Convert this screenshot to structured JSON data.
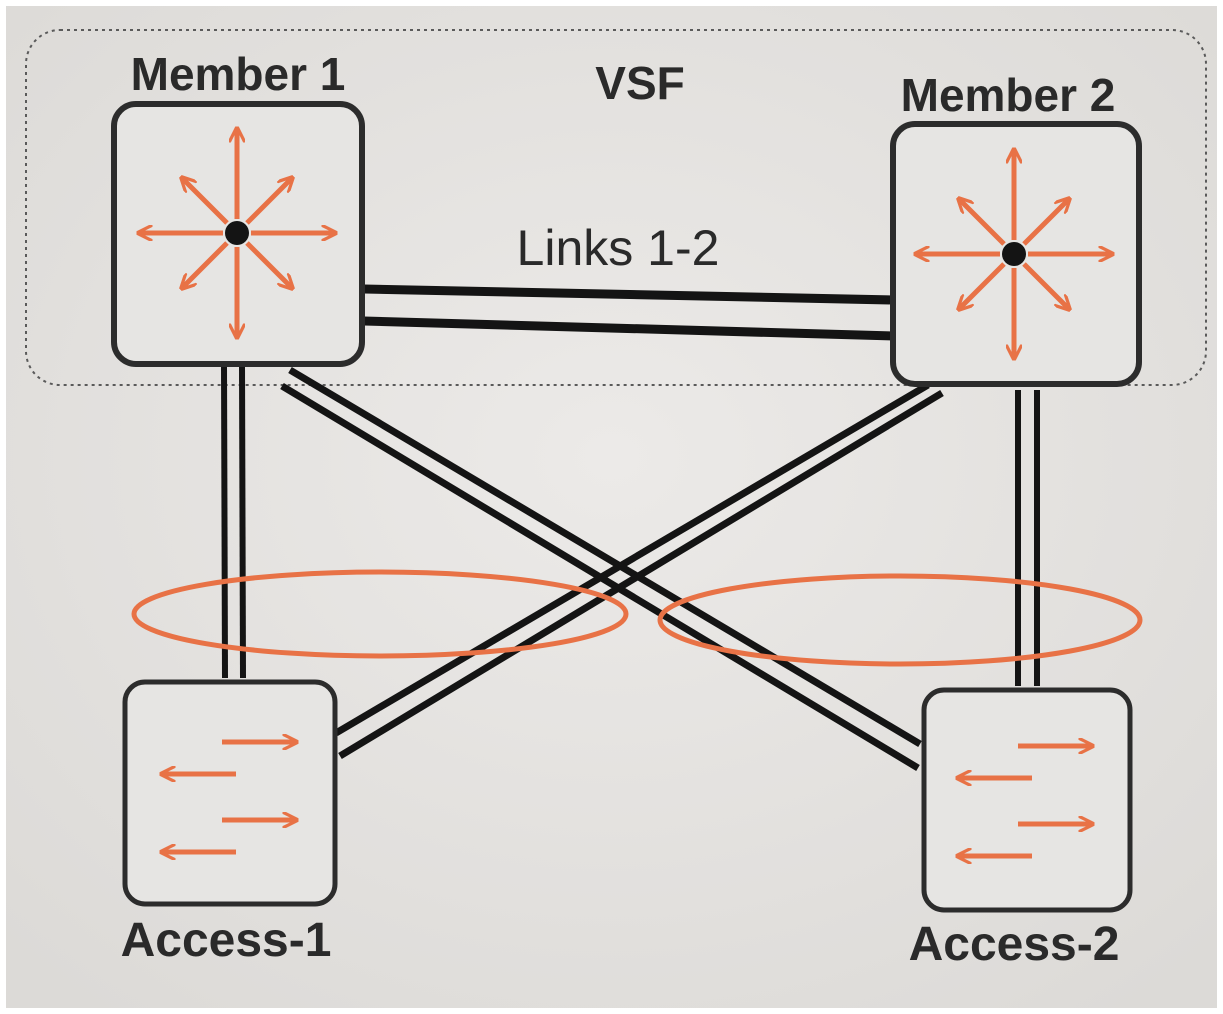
{
  "group": {
    "label": "VSF"
  },
  "members": [
    {
      "id": "member-1",
      "label": "Member 1",
      "icon": "router-icon"
    },
    {
      "id": "member-2",
      "label": "Member 2",
      "icon": "router-icon"
    }
  ],
  "access": [
    {
      "id": "access-1",
      "label": "Access-1",
      "icon": "switch-icon"
    },
    {
      "id": "access-2",
      "label": "Access-2",
      "icon": "switch-icon"
    }
  ],
  "vsf_link": {
    "label": "Links 1-2"
  },
  "links": [
    {
      "from": "member-1",
      "to": "member-2",
      "type": "VSF link (double)"
    },
    {
      "from": "member-1",
      "to": "access-1",
      "type": "uplink (double)"
    },
    {
      "from": "member-1",
      "to": "access-2",
      "type": "uplink (double)"
    },
    {
      "from": "member-2",
      "to": "access-1",
      "type": "uplink (double)"
    },
    {
      "from": "member-2",
      "to": "access-2",
      "type": "uplink (double)"
    }
  ],
  "lag_groups": [
    {
      "members": [
        "member-1",
        "member-2"
      ],
      "access": "access-1"
    },
    {
      "members": [
        "member-1",
        "member-2"
      ],
      "access": "access-2"
    }
  ],
  "colors": {
    "background": "#ffffff",
    "panel": "#e3e1de",
    "device_fill": "#e6e5e3",
    "device_stroke": "#2c2c2c",
    "line": "#141414",
    "accent": "#e87246",
    "text": "#2a2a2a"
  }
}
